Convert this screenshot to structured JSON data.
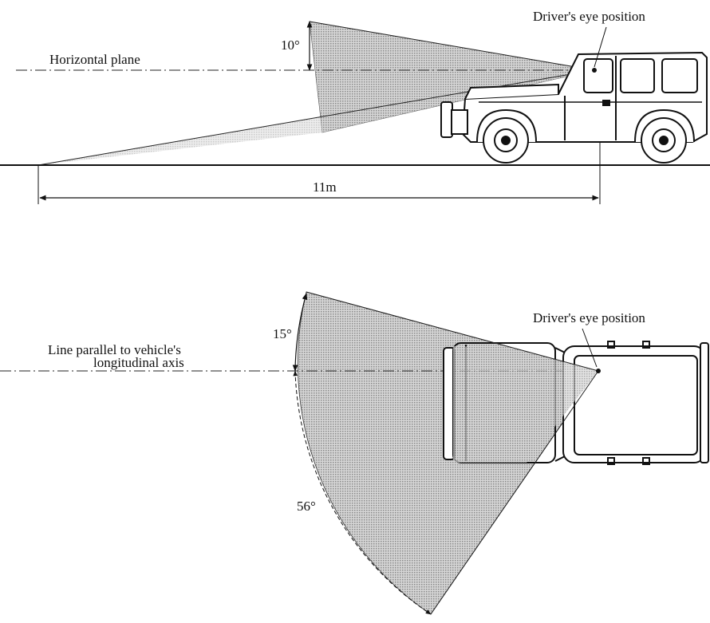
{
  "side_view": {
    "eye_label": "Driver's eye position",
    "plane_label": "Horizontal plane",
    "angle_label": "10°",
    "distance_label": "11m"
  },
  "top_view": {
    "eye_label": "Driver's eye position",
    "axis_label_line1": "Line parallel to vehicle's",
    "axis_label_line2": "longitudinal axis",
    "angle_up_label": "15°",
    "angle_down_label": "56°"
  },
  "colors": {
    "ink": "#111111",
    "shade": "#b8b8b8"
  }
}
